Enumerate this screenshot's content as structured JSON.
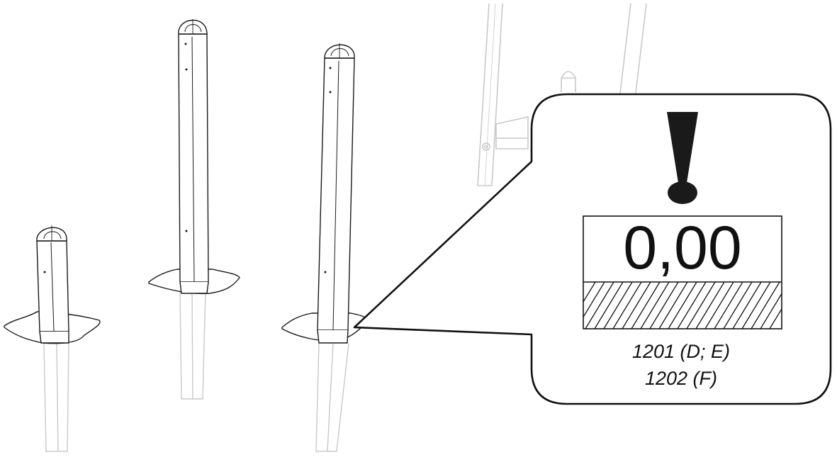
{
  "callout": {
    "warning_symbol": "exclamation-mark",
    "level_value": "0,00",
    "ground_pattern": "hatched-ground",
    "part_refs": [
      "1201 (D; E)",
      "1202 (F)"
    ]
  },
  "colors": {
    "line": "#1a1a1a",
    "faded_line": "#c8c8c8",
    "background": "#ffffff"
  }
}
